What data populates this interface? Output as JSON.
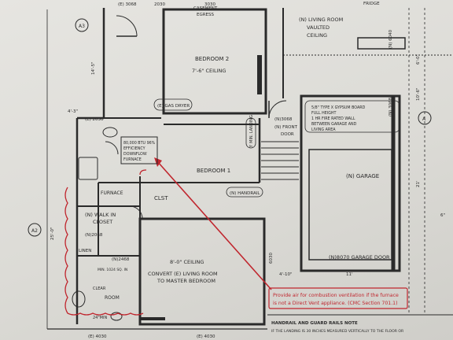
{
  "rooms": {
    "bedroom2": "BEDROOM 2",
    "bedroom2_ceiling": "7'-6\" CEILING",
    "bedroom1": "BEDROOM 1",
    "living_room_1": "(N) LIVING ROOM",
    "living_room_2": "VAULTED",
    "living_room_3": "CEILING",
    "garage": "(N) GARAGE",
    "garage_door": "(N)8070 GARAGE DOOR",
    "walk_in_1": "(N) WALK IN",
    "walk_in_2": "CLOSET",
    "linen": "LINEN",
    "clst": "CLST",
    "furnace": "FURNACE",
    "ceiling_8": "8'-0\" CEILING",
    "convert_1": "CONVERT (E) LIVING ROOM",
    "convert_2": "TO MASTER BEDROOM",
    "bathroom": "ROOM",
    "fridge": "FRIDGE"
  },
  "notes": {
    "casement": "CASEMENT",
    "egress": "EGRESS",
    "gas_dryer": "(E) GAS DRYER",
    "furnace_1": "80,000 BTU 96%",
    "furnace_2": "EFFICIENCY",
    "furnace_3": "DOWNFLOW",
    "furnace_4": "FURNACE",
    "front_door_1": "(N)3068",
    "front_door_2": "(N) FRONT",
    "front_door_3": "DOOR",
    "landing": "3' MIN. LANDING",
    "handrail": "(N) HANDRAIL",
    "gyp_1": "5/8\" TYPE X GYPSUM BOARD",
    "gyp_2": "FULL HEIGHT",
    "gyp_3": "1 HR FIRE RATED WALL",
    "gyp_4": "BETWEEN GARAGE AND",
    "gyp_5": "LIVING AREA",
    "door_2068": "(N)2068",
    "door_2468": "(N)2468",
    "min_sqin": "MIN. 1024 SQ. IN",
    "clear": "CLEAR",
    "width_24": "24\"MIN"
  },
  "callout": {
    "line1": "Provide air for combustion ventilation if the furnace",
    "line2": "is not a Direct Vent appliance. (CMC Section 701.1)"
  },
  "bottom": {
    "handrail_note": "HANDRAIL AND GUARD RAILS NOTE",
    "handrail_sub": "IF THE LANDING IS 30 INCHES MEASURED VERTICALLY TO THE FLOOR OR"
  },
  "dims": {
    "d3068": "(E) 3068",
    "d2030_top": "2030",
    "d3030": "3030",
    "d4030_a": "(E) 4030",
    "d4030_b": "(E) 4030",
    "d2030_mid": "(E) 2030",
    "d14_5": "14'-5\"",
    "d4_3": "4'-3\"",
    "d25_0": "25'-0\"",
    "d6030": "6030",
    "d4_10": "4'-10\"",
    "d11": "11'",
    "d21": "21'",
    "d3068_r": "(N) 3068",
    "d6040": "(N) 6040",
    "d6_0": "6'-0\"",
    "d10_6": "10'-6\"",
    "d6": "6\""
  },
  "markers": {
    "a": "A",
    "a2": "A2",
    "a3": "A3"
  },
  "colors": {
    "line": "#2a2a2a",
    "red": "#c0262e",
    "paper": "#e3e2de"
  }
}
